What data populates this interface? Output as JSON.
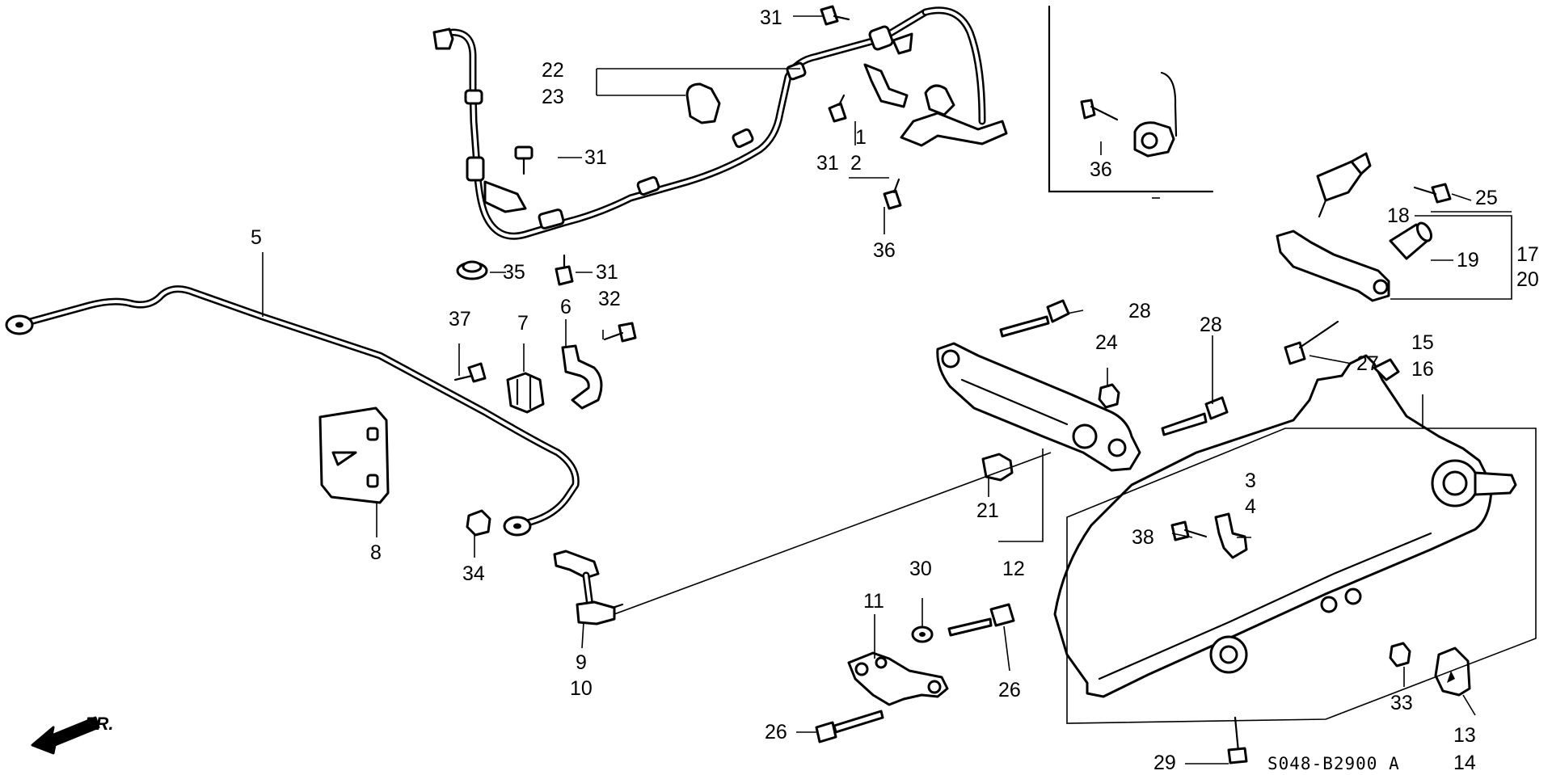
{
  "callouts": {
    "c1": "1",
    "c2": "2",
    "c3": "3",
    "c4": "4",
    "c5": "5",
    "c6": "6",
    "c7": "7",
    "c8": "8",
    "c9": "9",
    "c10": "10",
    "c11": "11",
    "c12": "12",
    "c13": "13",
    "c14": "14",
    "c15": "15",
    "c16": "16",
    "c17": "17",
    "c18": "18",
    "c19": "19",
    "c20": "20",
    "c21": "21",
    "c22": "22",
    "c23": "23",
    "c24": "24",
    "c25": "25",
    "c26a": "26",
    "c26b": "26",
    "c27": "27",
    "c28a": "28",
    "c28b": "28",
    "c29": "29",
    "c30": "30",
    "c31a": "31",
    "c31b": "31",
    "c31c": "31",
    "c31d": "31",
    "c32": "32",
    "c33": "33",
    "c34": "34",
    "c35": "35",
    "c36a": "36",
    "c36b": "36",
    "c37": "37",
    "c38": "38"
  },
  "diagram_code": "S048-B2900 A",
  "front_indicator": "FR."
}
